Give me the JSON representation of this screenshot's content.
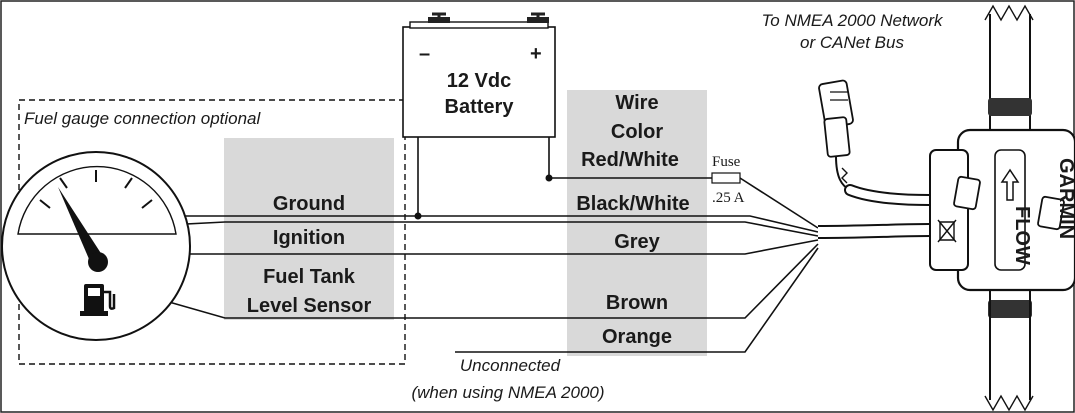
{
  "battery": {
    "voltage": "12 Vdc",
    "name": "Battery",
    "neg": "–",
    "pos": "+"
  },
  "gauge_box": {
    "caption": "Fuel gauge connection optional"
  },
  "signals": {
    "ground": "Ground",
    "ignition": "Ignition",
    "level1": "Fuel Tank",
    "level2": "Level Sensor"
  },
  "wire_header": {
    "l1": "Wire",
    "l2": "Color"
  },
  "wires": [
    "Red/White",
    "Black/White",
    "Grey",
    "Brown",
    "Orange"
  ],
  "fuse": {
    "label": "Fuse",
    "rating": ".25 A"
  },
  "network": {
    "l1": "To NMEA 2000 Network",
    "l2": "or CANet Bus"
  },
  "unconnected": {
    "l1": "Unconnected",
    "l2": "(when using NMEA 2000)"
  },
  "sensor": {
    "brand": "GARMIN",
    "flow": "FLOW"
  }
}
